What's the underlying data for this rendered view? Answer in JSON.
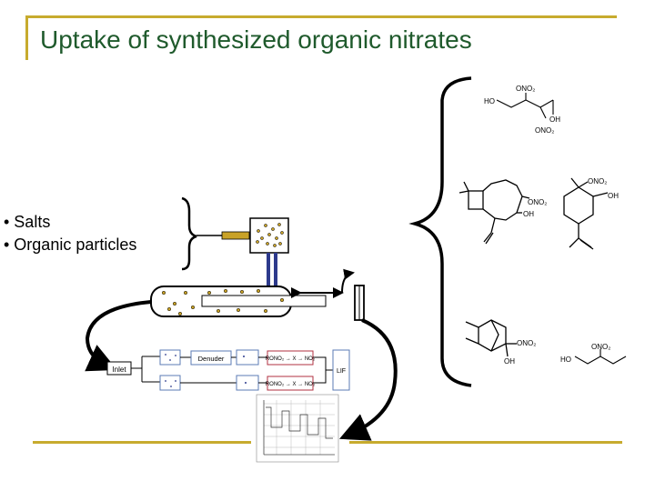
{
  "slide": {
    "title": "Uptake of synthesized organic nitrates",
    "bullets": [
      "• Salts",
      "• Organic particles"
    ]
  },
  "apparatus": {
    "inlet_label": "Inlet",
    "denuder_label": "Denuder",
    "reaction_top": "RONO₂ → X → NO₂",
    "reaction_bottom": "RONO₂ → X → NO₂",
    "lif_label": "LIF"
  },
  "molecules": {
    "m1": {
      "ho": "HO",
      "ono2_top": "ONO₂",
      "oh": "OH",
      "ono2_bottom": "ONO₂"
    },
    "m2": {
      "ono2": "ONO₂",
      "oh": "OH"
    },
    "m3": {
      "ono2": "ONO₂",
      "oh": "OH"
    },
    "m4": {
      "ono2": "ONO₂",
      "oh": "OH"
    },
    "m5": {
      "ono2": "ONO₂",
      "ho": "HO"
    }
  },
  "colors": {
    "title": "#1f5a2c",
    "rule": "#c7ab2e",
    "arrow": "#000000",
    "flow_box_border": "#5b7bb5",
    "reaction_box_border": "#b03040",
    "particle": "#c9a227",
    "injector": "#c9a227",
    "tube": "#2d3a8c"
  }
}
